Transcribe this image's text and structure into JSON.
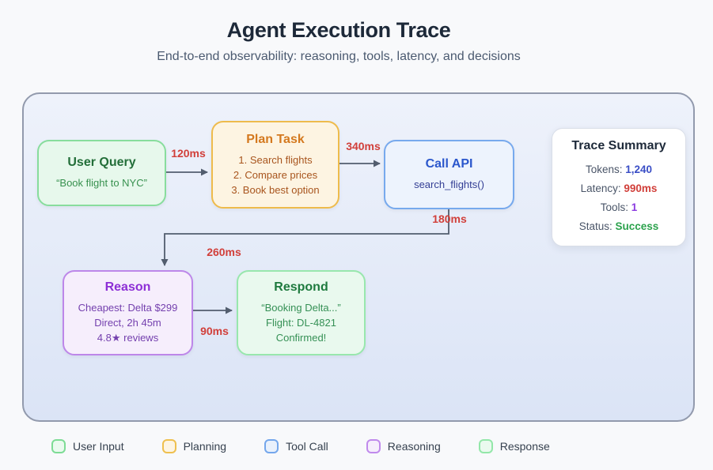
{
  "header": {
    "title": "Agent Execution Trace",
    "subtitle": "End-to-end observability: reasoning, tools, latency, and decisions"
  },
  "colors": {
    "page_bg": "#f8f9fb",
    "title": "#1d2939",
    "subtitle": "#4b5a70",
    "canvas_border": "#929aad",
    "canvas_bg_top": "#eef2fb",
    "canvas_bg_bottom": "#dbe4f6",
    "edge": "#525d6e",
    "latency": "#d13f3a",
    "summary_label": "#4a5568"
  },
  "nodes": {
    "user_query": {
      "title": "User Query",
      "lines": [
        "“Book flight to NYC”"
      ],
      "border": "#88dd9d",
      "bg": "#e7f8ec",
      "title_color": "#236e39",
      "body_color": "#38914f"
    },
    "plan_task": {
      "title": "Plan Task",
      "lines": [
        "1. Search flights",
        "2. Compare prices",
        "3. Book best option"
      ],
      "border": "#eebb4c",
      "bg": "#fdf4e2",
      "title_color": "#d4791f",
      "body_color": "#a8551e"
    },
    "call_api": {
      "title": "Call API",
      "lines": [
        "search_flights()"
      ],
      "border": "#77a9ed",
      "bg": "#edf3fd",
      "title_color": "#2b57cc",
      "body_color": "#333e94"
    },
    "reason": {
      "title": "Reason",
      "lines": [
        "Cheapest: Delta $299",
        "Direct, 2h 45m",
        "4.8★ reviews"
      ],
      "border": "#bd87e9",
      "bg": "#f6eefc",
      "title_color": "#8d2fd6",
      "body_color": "#7440ae"
    },
    "respond": {
      "title": "Respond",
      "lines": [
        "“Booking Delta...”",
        "Flight: DL-4821",
        "Confirmed!"
      ],
      "border": "#98e7ad",
      "bg": "#e9f9ee",
      "title_color": "#1e7a3e",
      "body_color": "#359055"
    }
  },
  "latencies": {
    "user_to_plan": "120ms",
    "plan_to_api": "340ms",
    "api_down": "180ms",
    "down_to_reason": "260ms",
    "reason_to_respond": "90ms"
  },
  "summary": {
    "title": "Trace Summary",
    "rows": [
      {
        "label": "Tokens: ",
        "value": "1,240",
        "color": "#3a4ec6"
      },
      {
        "label": "Latency: ",
        "value": "990ms",
        "color": "#d13f3a"
      },
      {
        "label": "Tools: ",
        "value": "1",
        "color": "#8b3be0"
      },
      {
        "label": "Status: ",
        "value": "Success",
        "color": "#2ca24d"
      }
    ]
  },
  "legend": [
    {
      "label": "User Input",
      "border": "#7ddc95",
      "fill": "#eafaef"
    },
    {
      "label": "Planning",
      "border": "#efc04f",
      "fill": "#fdf5e4"
    },
    {
      "label": "Tool Call",
      "border": "#74a7ec",
      "fill": "#e9f1fc"
    },
    {
      "label": "Reasoning",
      "border": "#c08aec",
      "fill": "#f6eefc"
    },
    {
      "label": "Response",
      "border": "#93e7a9",
      "fill": "#eafaef"
    }
  ]
}
